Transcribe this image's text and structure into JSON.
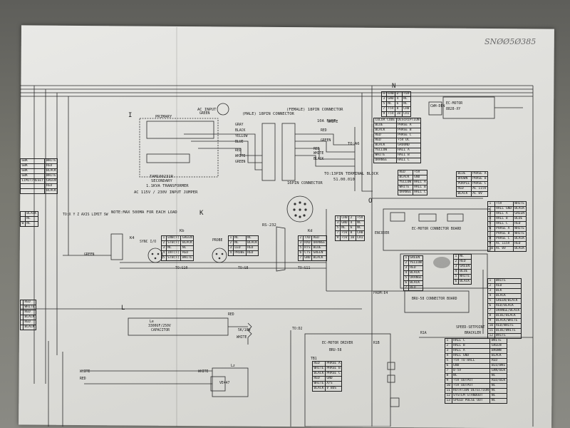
{
  "handwritten": {
    "serial": "SNØØ5Ø385"
  },
  "section_letters": [
    "I",
    "N",
    "O",
    "K",
    "L"
  ],
  "labels": {
    "primary": "PRIMARY",
    "ac_input": "AC INPUT",
    "green": "GREEN",
    "transformer_part": "TAM100231R",
    "secondary": "SECONDARY",
    "transformer_rating": "1.1KVA TRANSFORMER",
    "input_jumper": "AC 115V / 230V INPUT JUMPER",
    "conn_male": "(MALE) 18PIN CONNECTOR",
    "conn_female": "(FEMALE) 18PIN CONNECTOR",
    "fuse": "10A FUSE",
    "ta_ref": "TO:A6",
    "terminal_block": "TO:13PIN TERMINAL BLOCK",
    "terminal_part": "51.00.010",
    "conn_16pin": "16PIN CONNECTOR",
    "note": "NOTE:MAX 500MA FOR EACH LOAD",
    "ec_motor": "EC-MOTOR",
    "motor_part": "8828-XY",
    "encoder": "ENCODER",
    "ec_motor_board": "EC-MOTOR CONNECTOR BOARD",
    "bru_board": "BRU-58 CONNECTOR BOARD",
    "capacitor_rating": "3300UF/250V",
    "capacitor": "CAPACITOR",
    "resistor": "5K/10W",
    "driver_title": "EC-MOTOR DRIVER",
    "driver_part": "BRU-58",
    "speed_title": "SPEED-SETPOINT",
    "speed_sub": "BRACKLER",
    "sync": "SYNC I/O",
    "probe": "PROBE",
    "rs232": "RS-232",
    "to_g10": "TO:G10",
    "to_g8": "TO:G8",
    "to_g11": "TO:G11",
    "to_d2": "TO:D2",
    "from_e4": "FROM:E4",
    "limit_sw": "TO:X Y Z AXIS LIMIT SW",
    "r1a": "R1A",
    "r1b": "R1B",
    "tb1": "TB1",
    "ve": "VE447",
    "cwh": "CWH-DEN",
    "ka": "K4",
    "kb": "Kb",
    "kc": "Kd",
    "le": "Le",
    "lz": "Lz"
  },
  "wire_colors": [
    "WHITE",
    "RED",
    "BLACK",
    "GREEN",
    "BLUE",
    "YELLOW",
    "GRAY",
    "NC"
  ],
  "tables": {
    "top_pin": [
      [
        "1",
        "CH0",
        "2",
        "+5V"
      ],
      [
        "3",
        "GND",
        "4",
        "NC"
      ],
      [
        "5",
        "NC",
        "6",
        "NC"
      ],
      [
        "7",
        "+5V",
        "8",
        "CH0"
      ],
      [
        "9",
        "+5V",
        "10",
        "CH1"
      ]
    ],
    "color_code": [
      [
        "COLOR CODE",
        "DESCRIPTION"
      ],
      [
        "BLUE",
        "PHASE A"
      ],
      [
        "BLACK",
        "PHASE B"
      ],
      [
        "RED",
        "PHASE C"
      ],
      [
        "RED",
        "+5V DC"
      ],
      [
        "BLACK",
        "GROUND"
      ],
      [
        "YELLOW",
        "HALL A"
      ],
      [
        "WHITE",
        "HALL B"
      ],
      [
        "ORANGE",
        "HALL C"
      ]
    ],
    "hall_small": [
      [
        "RED",
        "+5V"
      ],
      [
        "BLACK",
        "GND"
      ],
      [
        "YELLOW",
        "HALL A"
      ],
      [
        "WHITE",
        "HALL B"
      ],
      [
        "ORANGE",
        "HALL C"
      ]
    ],
    "phase_small": [
      [
        "BLUE",
        "PHASE A"
      ],
      [
        "BROWN",
        "PHASE B"
      ],
      [
        "PURPLE",
        "PHASE C"
      ],
      [
        "RED",
        "AC 115V"
      ],
      [
        "BLACK",
        "AC 0V"
      ]
    ],
    "hall_big": [
      [
        "1",
        "+5V",
        "WHITE"
      ],
      [
        "2",
        "HALL GND",
        "BLACK"
      ],
      [
        "3",
        "HALL A",
        "GREEN"
      ],
      [
        "4",
        "HALL B",
        "BLUE"
      ],
      [
        "5",
        "HALL C",
        "RED"
      ],
      [
        "6",
        "PHASE A",
        "WHITE"
      ],
      [
        "7",
        "PHASE B",
        "WHITE"
      ],
      [
        "8",
        "PHASE C",
        "BLACK"
      ],
      [
        "9",
        "AC 115V",
        "RED"
      ],
      [
        "10",
        "AC 0V",
        "BLACK"
      ]
    ],
    "encoder_pin": [
      [
        "1",
        "CH0",
        "2",
        "+5V"
      ],
      [
        "3",
        "GND",
        "4",
        "NC"
      ],
      [
        "5",
        "NC",
        "6",
        "NC"
      ],
      [
        "7",
        "+5V",
        "8",
        "CH0"
      ],
      [
        "9",
        "+5V",
        "10",
        "CH1"
      ]
    ],
    "io_kb": [
      [
        "1",
        "ENB(+)",
        "GREEN"
      ],
      [
        "2",
        "STB(+)",
        "BLACK"
      ],
      [
        "3",
        "NC",
        "NC"
      ],
      [
        "4",
        "INT(+)",
        "RED"
      ],
      [
        "5",
        "STB(+)",
        "WHITE"
      ]
    ],
    "io_probe": [
      [
        "1",
        "NC",
        "NC"
      ],
      [
        "2",
        "NC",
        "BLACK"
      ],
      [
        "3",
        "LED",
        "RED"
      ],
      [
        "4",
        "PROBE",
        "RED"
      ]
    ],
    "io_rs": [
      [
        "2",
        "TXD",
        "RED"
      ],
      [
        "3",
        "RXD",
        "ORANGE"
      ],
      [
        "5",
        "RTS",
        "BLUE"
      ],
      [
        "6",
        "CTS",
        "GREEN"
      ],
      [
        "7",
        "GND",
        "BLACK"
      ]
    ],
    "board_mid": [
      [
        "1",
        "GREEN"
      ],
      [
        "2",
        "YELLOW"
      ],
      [
        "3",
        "RED"
      ],
      [
        "4",
        "BLACK"
      ],
      [
        "5",
        "ORANGE"
      ],
      [
        "6",
        "BLACK"
      ],
      [
        "7",
        "RED"
      ]
    ],
    "board_right": [
      [
        "1",
        "NC"
      ],
      [
        "2",
        "RED"
      ],
      [
        "3",
        "GREEN"
      ],
      [
        "4",
        "BLUE"
      ],
      [
        "5",
        "WHITE"
      ],
      [
        "6",
        "BLACK"
      ]
    ],
    "right_long": [
      [
        "1",
        "WHITE"
      ],
      [
        "2",
        "RED"
      ],
      [
        "3",
        "BLK"
      ],
      [
        "4",
        "BLACK"
      ],
      [
        "5",
        "GREEN/BLACK"
      ],
      [
        "6",
        "RED/BLACK"
      ],
      [
        "7",
        "ORANGE/BLACK"
      ],
      [
        "8",
        "BLUE/BLACK"
      ],
      [
        "9",
        "BLACK/WHITE"
      ],
      [
        "10",
        "RED/WHITE"
      ],
      [
        "11",
        "BLUE/WHITE"
      ],
      [
        "12",
        "WHITE"
      ]
    ],
    "speed": [
      [
        "1",
        "HALL C",
        "WHITE"
      ],
      [
        "2",
        "HALL B",
        "GREEN"
      ],
      [
        "3",
        "HALL A",
        "BROWN"
      ],
      [
        "4",
        "HALL GND",
        "BLACK"
      ],
      [
        "5",
        "+5V TO HALL",
        "RED"
      ],
      [
        "6",
        "GND",
        "BLU/WHI"
      ],
      [
        "7",
        "0-5V",
        "GRN/BLK"
      ],
      [
        "8",
        "NC",
        "NC"
      ],
      [
        "9",
        "+5V OUTPUT",
        "RED/BLK"
      ],
      [
        "10",
        "+5V OUTPUT",
        "NC"
      ],
      [
        "11",
        "ROTATION DETECTION",
        "NC"
      ],
      [
        "12",
        "SYSTEM STANDOUT",
        "NC"
      ],
      [
        "13",
        "SPEED PULSE OUT",
        "NC"
      ]
    ],
    "driver": [
      [
        "RED",
        "PHASE A"
      ],
      [
        "WHITE",
        "PHASE B"
      ],
      [
        "BLACK",
        "PHASE C"
      ],
      [
        "RED",
        "GND"
      ],
      [
        "WHITE",
        "A/S"
      ],
      [
        "BLACK",
        "V BUS"
      ]
    ],
    "left": [
      [
        "GBK",
        "WHITE"
      ],
      [
        "GBK",
        "RED"
      ],
      [
        "GBK",
        "BLACK"
      ],
      [
        "GBK",
        "WHITE"
      ],
      [
        "LIMIT/RESET",
        "GREEN"
      ],
      [
        "",
        "RED"
      ],
      [
        "",
        "BLACK"
      ]
    ],
    "left_lower": [
      [
        "",
        "BLACK"
      ],
      [
        "",
        "NC"
      ],
      [
        "W",
        "NC"
      ]
    ],
    "left_bottom": [
      [
        "",
        "RED"
      ],
      [
        "",
        "WHITE"
      ],
      [
        "",
        "RED"
      ],
      [
        "",
        "BLACK"
      ],
      [
        "",
        "RED"
      ],
      [
        "",
        "BLACK"
      ]
    ]
  }
}
